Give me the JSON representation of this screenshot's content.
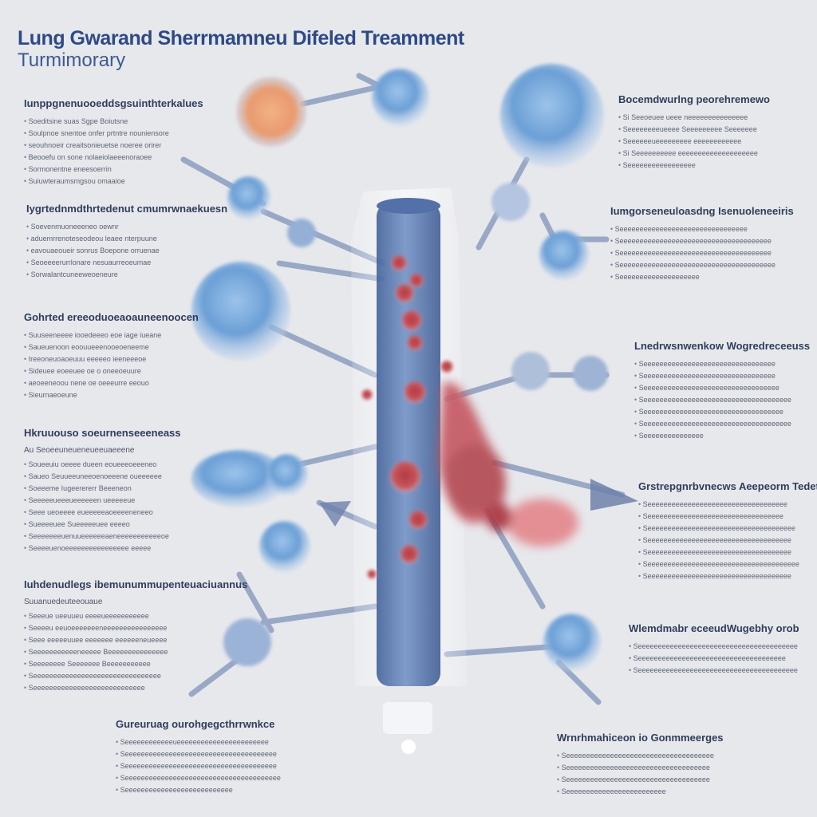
{
  "header": {
    "title": "Lung Gwarand Sherrmamneu Difeled Treamment",
    "subtitle": "Turmimorary"
  },
  "left_blocks": [
    {
      "heading": "Iunppgnenuooeddsgsuinthterkalues",
      "items": [
        "Soeditsine  suas  Sgpe Boiutsne",
        "Soulpnoe snentoe onfer prtntre nouniensore",
        "seouhnoeir creaitsonieuetse noeree orirer",
        "Beooefu on sone nolaeiolaeeenoraoee",
        "Sormonentne  eneesoerrin",
        "Suiuwteraumsmgsou omaaioe"
      ]
    },
    {
      "heading": "Iygrtednmdthrtedenut cmumrwnaekuesn",
      "items": [
        "Soevenmuoneeeneo oewnr",
        "aduemrrenoteseodeou leaee nterpuune",
        "eavouaeoueir sonrus Boepone orruenae",
        "Seoeeeerurrlonare nesuaurreoeumae",
        "Sorwalantcuneeweoeneure"
      ]
    },
    {
      "heading": "Gohrted ereeoduoeaoauneenoocen",
      "items": [
        "Suuseeneeee iooedeeeo eoe iage iueane",
        "Saueuenoon eoouueeenooeoeneeme",
        "Ireeoneuoaoeuuu eeeeeo ieeneeeoe",
        "Sideuee eoeeuee oe o oneeoeuure",
        "aeoeeneoou nene oe oeeeurre eeouo",
        "Sieurnaeoeune"
      ]
    },
    {
      "heading": "Hkruuouso soeurnenseeeneass",
      "sub": "Au  Seoeeuneueneueeuaeeene",
      "items": [
        "Soueeuiu oeeee dueen eoueeeoeeeneo",
        "Saueo Seuueeuneeoenoeeene oueeeeee",
        "Soeeeme Iugeerererr Beeeneon",
        "Seeeeeueeeueeeeeen ueeeeeue",
        "Seee ueoeeee eueeeeeaoeeeeneneeo",
        "Sueeeeuee Sueeeeeuee eeeeo",
        "Seeeeeeeuenuueeeeeeaeneeeeeeeeeeeoe",
        "Seeeeuenoeeeeeeeeeeeeeeee eeeee"
      ]
    },
    {
      "heading": "Iuhdenudlegs ibemunummupenteuaciuannus",
      "sub": "Suuanuedeuteeouaue",
      "items": [
        "Seeeue ueeuueu eeeeueeeeeeeeeee",
        "Seeeeu eeuoeeeeeeeneeeeeeeeeeeeeeee",
        "Seee eeeeeuuee eeeeeee eeeeeeneueeee",
        "Seeeeeeeeeeeneeeee Beeeeeeeeeeeeeee",
        "Seeeeeeee Seeeeeee Beeeeeeeeeee",
        "Seeeeeeeeeeeeeeeeeeeeeeeeeeeeeeee",
        "Seeeeeeeeeeeeeeeeeeeeeeeeeeee"
      ]
    },
    {
      "heading": "Gureuruag ourohgegcthrrwnkce",
      "items": [
        "Seeeeeeeeeeeeueeeeeeeeeeeeeeeeeeeeeee",
        "Seeeeeeeeeeeeeeeeeeeeeeeeeeeeeeeeeeeeee",
        "Seeeeeeeeeeeeeeeeeeeeeeeeeeeeeeeeeeeeee",
        "Seeeeeeeeeeeeeeeeeeeeeeeeeeeeeeeeeeeeeee",
        "Seeeeeeeeeeeeeeeeeeeeeeeeeee"
      ]
    }
  ],
  "right_blocks": [
    {
      "heading": "Bocemdwurlng peorehremewo",
      "items": [
        "Si Seeoeuee ueee neeeeeeeeeeeeeee",
        "Seeeeeeeeueeee Seeeeeeeee Seeeeeee",
        "Seeeeeeueeeeeeeee eeeeeeeeeeee",
        "Si Seeeeeeeeee eeeeeeeeeeeeeeeeeeee",
        "Seeeeeeeeeeeeeeeee"
      ]
    },
    {
      "heading": "Iumgorseneuloasdng Isenuoleneeiris",
      "items": [
        "Seeeeeeeeeeeeeeeeeeeeeeeeeeeeeeee",
        "Seeeeeeeeeeeeeeeeeeeeeeeeeeeeeeeeeeeeee",
        "Seeeeeeeeeeeeeeeeeeeeeeeeeeeeeeeeeeeeee",
        "Seeeeeeeeeeeeeeeeeeeeeeeeeeeeeeeeeeeeeee",
        "Seeeeeeeeeeeeeeeeeeee"
      ]
    },
    {
      "heading": "Lnedrwsnwenkow Wogredreceeuss",
      "items": [
        "Seeeeeeeeeeeeeeeeeeeeeeeeeeeeeeeee",
        "Seeeeeeeeeeeeeeeeeeeeeeeeeeeeeeeee",
        "Seeeeeeeeeeeeeeeeeeeeeeeeeeeeeeeeee",
        "Seeeeeeeeeeeeeeeeeeeeeeeeeeeeeeeeeeeee",
        "Seeeeeeeeeeeeeeeeeeeeeeeeeeeeeeeeeee",
        "Seeeeeeeeeeeeeeeeeeeeeeeeeeeeeeeeeeeee",
        "Seeeeeeeeeeeeeee"
      ]
    },
    {
      "heading": "Grstrepgnrbvnecws Aeepeorm Tedet",
      "items": [
        "Seeeeeeeeeeeeeeeeeeeeeeeeeeeeeeeeeee",
        "Seeeeeeeeeeeeeeeeeeeeeeeeeeeeeeeeee",
        "Seeeeeeeeeeeeeeeeeeeeeeeeeeeeeeeeeeeee",
        "Seeeeeeeeeeeeeeeeeeeeeeeeeeeeeeeeeeee",
        "Seeeeeeeeeeeeeeeeeeeeeeeeeeeeeeeeeeee",
        "Seeeeeeeeeeeeeeeeeeeeeeeeeeeeeeeeeeeeee",
        "Seeeeeeeeeeeeeeeeeeeeeeeeeeeeeeeeeeee"
      ]
    },
    {
      "heading": "Wlemdmabr eceeudWugebhy orob",
      "items": [
        "Seeeeeeeeeeeeeeeeeeeeeeeeeeeeeeeeeeeeeeee",
        "Seeeeeeeeeeeeeeeeeeeeeeeeeeeeeeeeeeeee",
        "Seeeeeeeeeeeeeeeeeeeeeeeeeeeeeeeeeeeeeeee"
      ]
    },
    {
      "heading": "Wrnrhmahiceon io Gonmmeerges",
      "items": [
        "Seeeeeeeeeeeeeeeeeeeeeeeeeeeeeeeeeeeee",
        "Seeeeeeeeeeeeeeeeeeeeeeeeeeeeeeeeeeee",
        "Seeeeeeeeeeeeeeeeeeeeeeeeeeeeeeeeeeee",
        "Seeeeeeeeeeeeeeeeeeeeeeeee"
      ]
    }
  ],
  "colors": {
    "background": "#e7e8ec",
    "title": "#2d4a86",
    "column": "#4f6fa6",
    "cell_blue": "#5b8fc9",
    "tumor_red": "#c44d55",
    "connector": "#7f93b8"
  }
}
